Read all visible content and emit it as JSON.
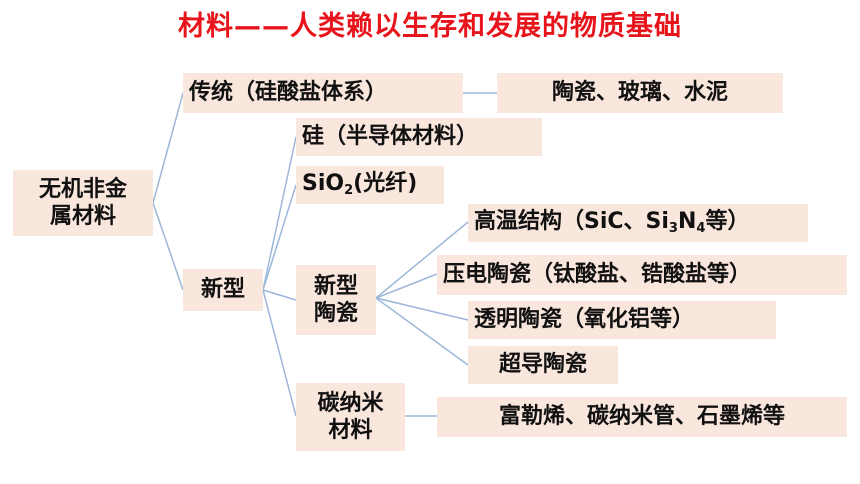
{
  "title": "材料——人类赖以生存和发展的物质基础",
  "colors": {
    "title": "#e8141b",
    "box": "#f9e6dc",
    "line": "#9db7d9"
  },
  "nodes": {
    "root": [
      "无机非金",
      "属材料"
    ],
    "traditional": "传统（硅酸盐体系）",
    "traditional_examples": "陶瓷、玻璃、水泥",
    "new_type": "新型",
    "silicon": "硅（半导体材料）",
    "sio2": {
      "pre": "SiO",
      "sub": "2",
      "post": "(光纤)"
    },
    "new_ceramics": [
      "新型",
      "陶瓷"
    ],
    "high_temp": {
      "pre": "高温结构（SiC、Si",
      "sub1": "3",
      "mid": "N",
      "sub2": "4",
      "post": "等）"
    },
    "piezo": "压电陶瓷（钛酸盐、锆酸盐等）",
    "transparent": "透明陶瓷（氧化铝等）",
    "superconduct": "超导陶瓷",
    "carbon_nano": [
      "碳纳米",
      "材料"
    ],
    "carbon_examples": "富勒烯、碳纳米管、石墨烯等"
  }
}
